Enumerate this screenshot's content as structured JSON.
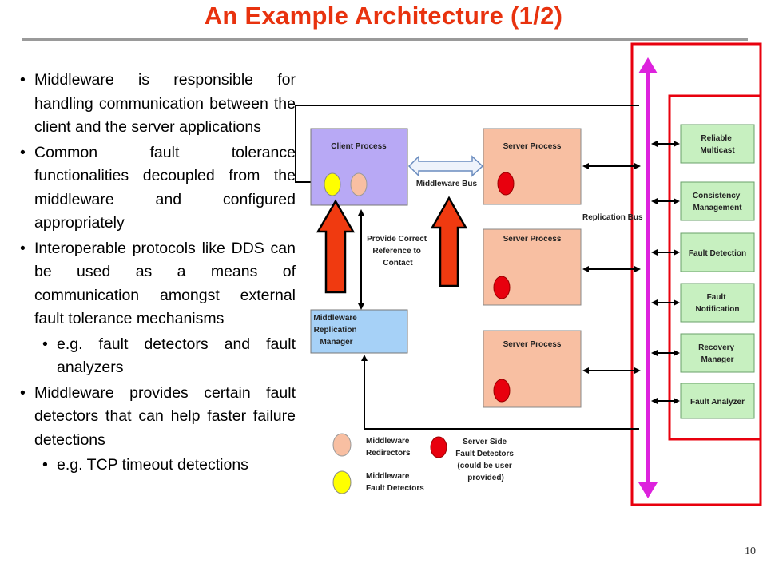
{
  "slide": {
    "title": "An Example Architecture (1/2)",
    "page_number": "10"
  },
  "bullets": [
    {
      "level": 1,
      "text": "Middleware is responsible for handling communication between the client and the server applications"
    },
    {
      "level": 1,
      "text": "Common fault tolerance functionalities decoupled from the middleware and configured appropriately"
    },
    {
      "level": 1,
      "text": "Interoperable protocols like DDS can be used as a means of communication amongst external fault tolerance mechanisms"
    },
    {
      "level": 2,
      "text": "e.g. fault detectors and fault analyzers"
    },
    {
      "level": 1,
      "text": "Middleware provides certain fault detectors that can help faster failure detections"
    },
    {
      "level": 2,
      "text": "e.g. TCP timeout detections"
    }
  ],
  "diagram": {
    "client_process": "Client Process",
    "server_process_1": "Server Process",
    "server_process_2": "Server Process",
    "server_process_3": "Server Process",
    "middleware_bus": "Middleware Bus",
    "replication_bus": "Replication Bus",
    "provide_ref": [
      "Provide Correct",
      "Reference to",
      "Contact"
    ],
    "replication_manager": [
      "Middleware",
      "Replication",
      "Manager"
    ],
    "ft_services": [
      [
        "Reliable",
        "Multicast"
      ],
      [
        "Consistency",
        "Management"
      ],
      [
        "Fault Detection"
      ],
      [
        "Fault",
        "Notification"
      ],
      [
        "Recovery",
        "Manager"
      ],
      [
        "Fault Analyzer"
      ]
    ],
    "legend": {
      "redirectors": [
        "Middleware",
        "Redirectors"
      ],
      "fault_detectors": [
        "Middleware",
        "Fault Detectors"
      ],
      "server_side": [
        "Server Side",
        "Fault Detectors",
        "(could be user",
        "provided)"
      ]
    },
    "colors": {
      "client": "#b8a9f5",
      "server": "#f8bfa2",
      "replication_manager": "#a6d1f7",
      "service": "#c7f0c0",
      "yellow_detector": "#ffff00",
      "peach_redirector": "#f8bfa2",
      "red_detector": "#e8000e",
      "bus_magenta": "#dd22dd",
      "up_arrow": "#f03a10",
      "outline_red": "#e8000e"
    }
  }
}
